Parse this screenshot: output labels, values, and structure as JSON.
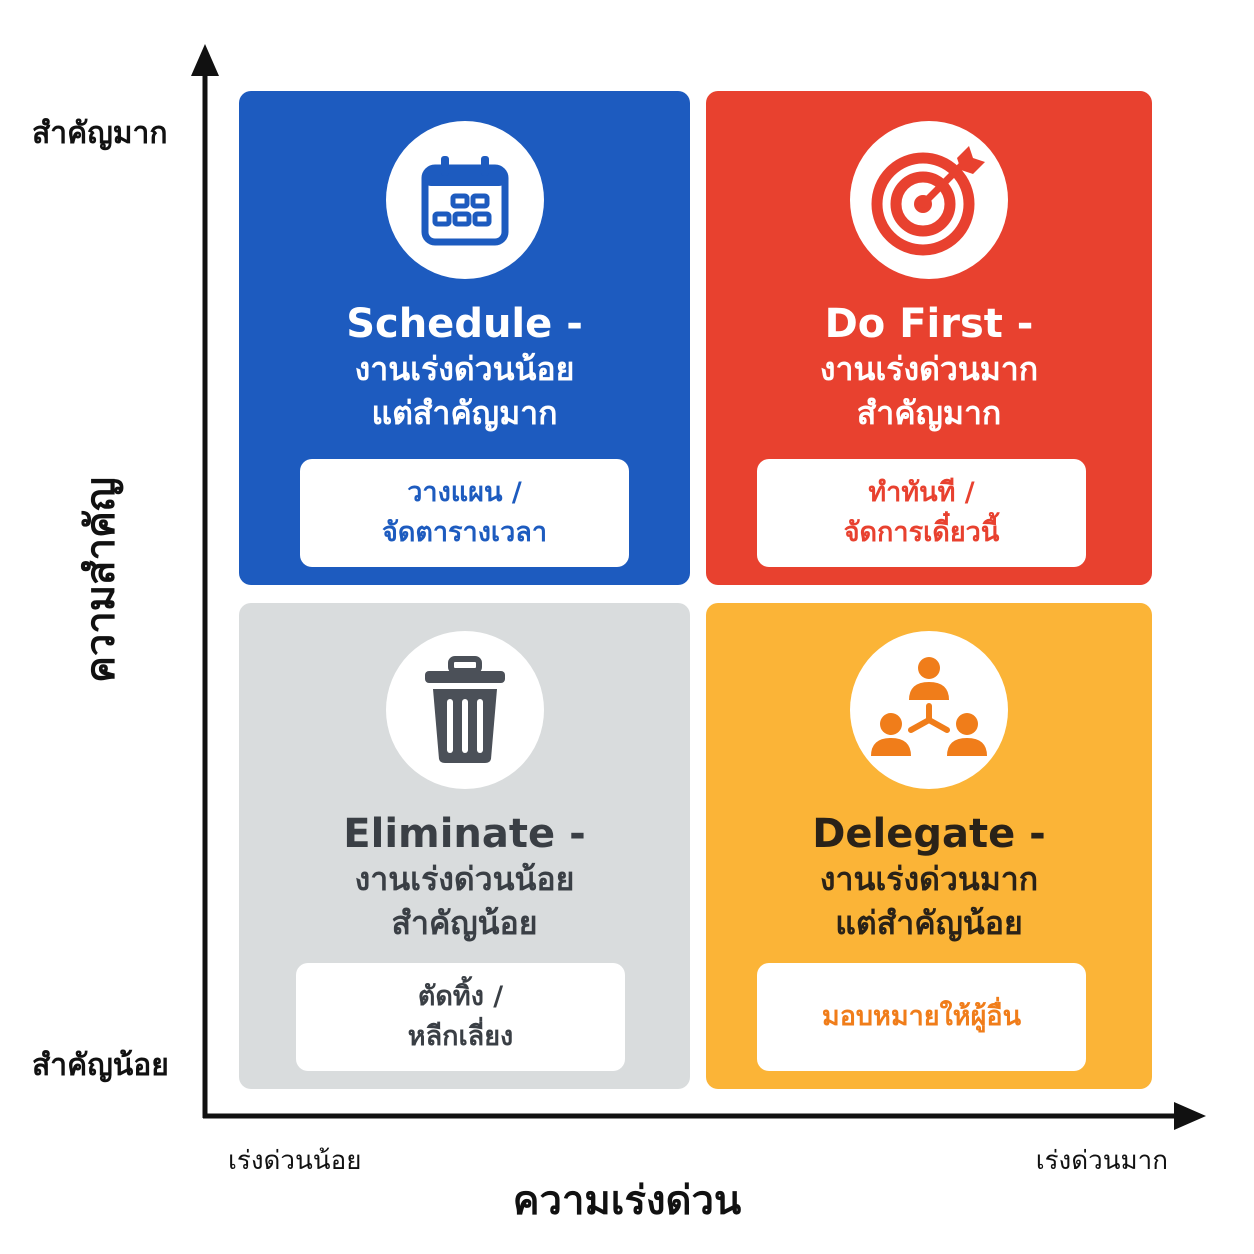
{
  "axes": {
    "y_title": "ความสำคัญ",
    "y_high": "สำคัญมาก",
    "y_low": "สำคัญน้อย",
    "x_title": "ความเร่งด่วน",
    "x_low": "เร่งด่วนน้อย",
    "x_high": "เร่งด่วนมาก"
  },
  "quadrants": [
    {
      "title": "Schedule -",
      "line1": "งานเร่งด่วนน้อย",
      "line2": "แต่สำคัญมาก",
      "action1": "วางแผน /",
      "action2": "จัดตารางเวลา",
      "icon": "calendar-icon",
      "color": "#1d5bbf"
    },
    {
      "title": "Do First -",
      "line1": "งานเร่งด่วนมาก",
      "line2": "สำคัญมาก",
      "action1": "ทำทันที /",
      "action2": "จัดการเดี๋ยวนี้",
      "icon": "target-icon",
      "color": "#e8412f"
    },
    {
      "title": "Eliminate -",
      "line1": "งานเร่งด่วนน้อย",
      "line2": "สำคัญน้อย",
      "action1": "ตัดทิ้ง /",
      "action2": "หลีกเลี่ยง",
      "icon": "trash-icon",
      "color": "#d9dcdd"
    },
    {
      "title": "Delegate -",
      "line1": "งานเร่งด่วนมาก",
      "line2": "แต่สำคัญน้อย",
      "action1": "มอบหมายให้ผู้อื่น",
      "icon": "team-delegate-icon",
      "color": "#fbb437"
    }
  ]
}
